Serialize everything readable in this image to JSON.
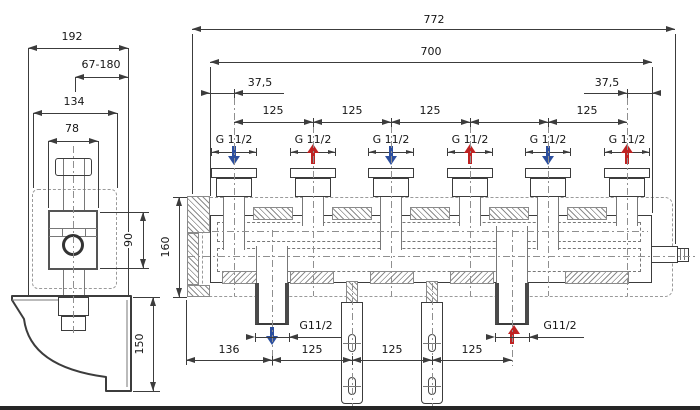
{
  "colors": {
    "line": "#3c3c3c",
    "return_arrow_blue": "#2b4e9e",
    "supply_arrow_red": "#bf2222"
  },
  "side_view": {
    "dim_overall_width": "192",
    "dim_adjust_range": "67-180",
    "dim_plate_width": "134",
    "dim_block_width": "78",
    "dim_block_height": "90",
    "dim_bracket_height": "150"
  },
  "front_view": {
    "dim_total_length": "772",
    "dim_mount_length": "700",
    "dim_end_offset_left": "37,5",
    "dim_end_offset_right": "37,5",
    "dim_pitch_labels": [
      "125",
      "125",
      "125",
      "125"
    ],
    "dim_body_height": "160",
    "top_ports": [
      {
        "label": "G 11/2",
        "flow": "return-down-blue"
      },
      {
        "label": "G 11/2",
        "flow": "supply-up-red"
      },
      {
        "label": "G 11/2",
        "flow": "return-down-blue"
      },
      {
        "label": "G 11/2",
        "flow": "supply-up-red"
      },
      {
        "label": "G 11/2",
        "flow": "return-down-blue"
      },
      {
        "label": "G 11/2",
        "flow": "supply-up-red"
      }
    ],
    "bottom_ports": [
      {
        "label": "G11/2",
        "flow": "return-down-blue"
      },
      {
        "label": "G11/2",
        "flow": "supply-up-red"
      }
    ],
    "dim_bottom_labels": [
      "136",
      "125",
      "125",
      "125"
    ]
  }
}
